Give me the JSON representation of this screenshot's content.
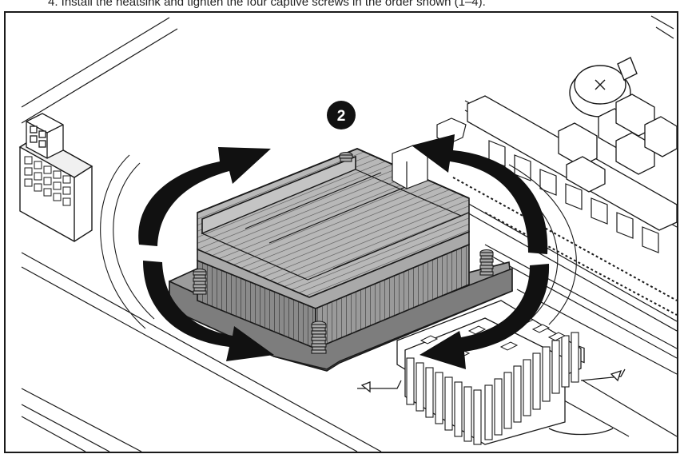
{
  "caption": "4. Install the heatsink and tighten the four captive screws in the order shown (1–4).",
  "step_number": "2",
  "colors": {
    "line": "#1a1a1a",
    "heatsink_top": "#b3b3b3",
    "heatsink_side": "#8c8c8c",
    "arrow": "#111111"
  },
  "icons": [
    "rotation-arrow-icon",
    "heatsink",
    "captive-screw",
    "step-marker"
  ]
}
